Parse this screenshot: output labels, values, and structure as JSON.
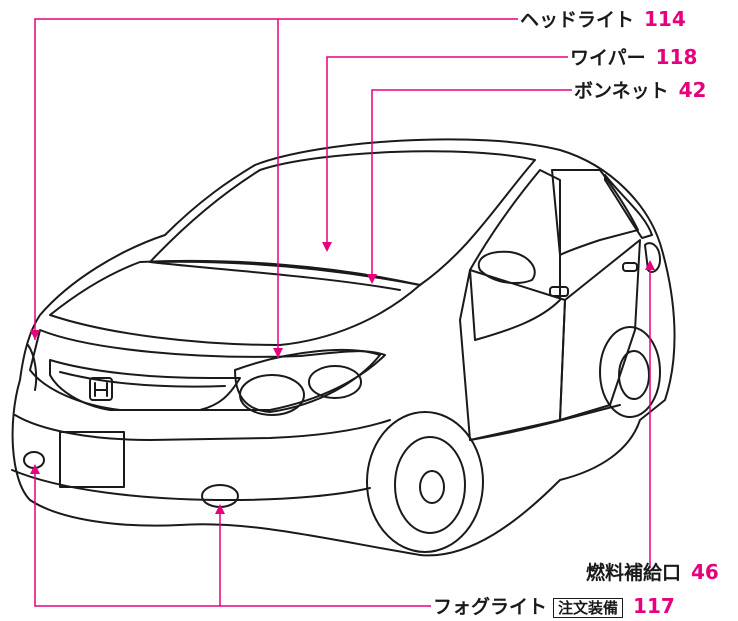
{
  "colors": {
    "leader": "#e6007e",
    "outline": "#1a1a1a"
  },
  "labels": {
    "headlight": {
      "text": "ヘッドライト",
      "page": "114"
    },
    "wiper": {
      "text": "ワイパー",
      "page": "118"
    },
    "bonnet": {
      "text": "ボンネット",
      "page": "42"
    },
    "fuel": {
      "text": "燃料補給口",
      "page": "46"
    },
    "foglight": {
      "text": "フォグライト",
      "badge": "注文装備",
      "page": "117"
    }
  }
}
